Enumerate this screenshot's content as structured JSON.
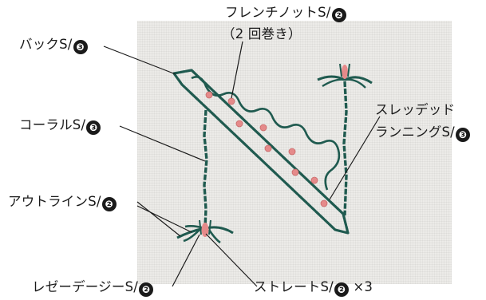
{
  "labels": {
    "french_knot": {
      "text": "フレンチノットS/",
      "num": "❷"
    },
    "french_knot_note": "（2 回巻き）",
    "back": {
      "text": "バックS/",
      "num": "❸"
    },
    "coral": {
      "text": "コーラルS/",
      "num": "❸"
    },
    "threaded_running_1": "スレッデッド",
    "threaded_running_2": {
      "text": "ランニングS/",
      "num": "❸"
    },
    "outline": {
      "text": "アウトラインS/",
      "num": "❷"
    },
    "lazy_daisy": {
      "text": "レゼーデージーS/",
      "num": "❷"
    },
    "straight": {
      "text": "ストレートS/",
      "num": "❷",
      "suffix": " ×3"
    }
  },
  "colors": {
    "thread_green": "#1f5a4f",
    "thread_pink": "#e58a8a",
    "fabric": "#ecebe8",
    "leader": "#1a1a1a"
  }
}
